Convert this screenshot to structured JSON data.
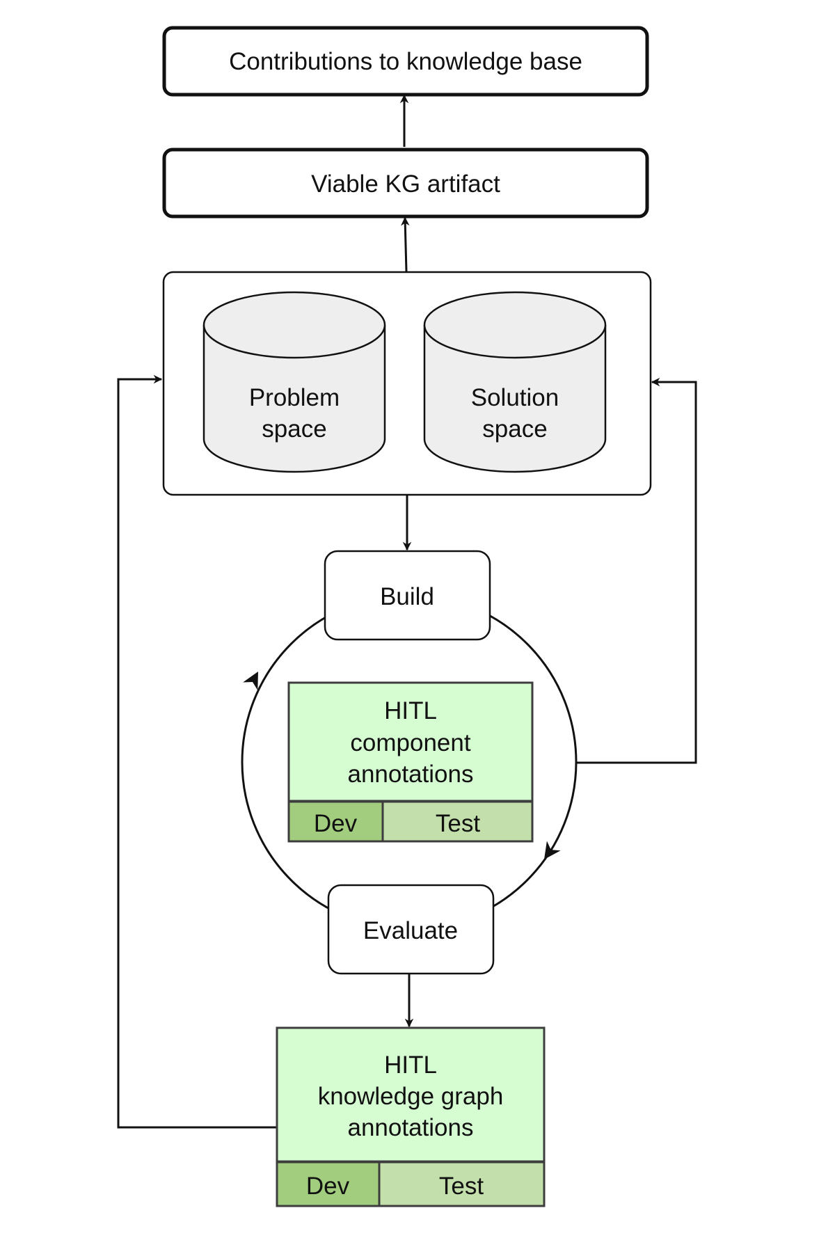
{
  "nodes": {
    "contributions": {
      "label": "Contributions to knowledge base"
    },
    "viable_kg": {
      "label": "Viable KG artifact"
    },
    "problem_space": {
      "label_lines": [
        "Problem",
        "space"
      ]
    },
    "solution_space": {
      "label_lines": [
        "Solution",
        "space"
      ]
    },
    "build": {
      "label": "Build"
    },
    "evaluate": {
      "label": "Evaluate"
    },
    "hitl_component": {
      "label_lines": [
        "HITL",
        "component",
        "annotations"
      ],
      "dev_label": "Dev",
      "test_label": "Test"
    },
    "hitl_kg": {
      "label_lines": [
        "HITL",
        "knowledge graph",
        "annotations"
      ],
      "dev_label": "Dev",
      "test_label": "Test"
    }
  },
  "colors": {
    "stroke": "#111111",
    "cylinder_fill": "#eeeeee",
    "annotation_fill": "#d6fcd2",
    "dev_fill": "#a3cd7e",
    "test_fill": "#c3dfab",
    "annotation_stroke": "#3d3d3d"
  }
}
